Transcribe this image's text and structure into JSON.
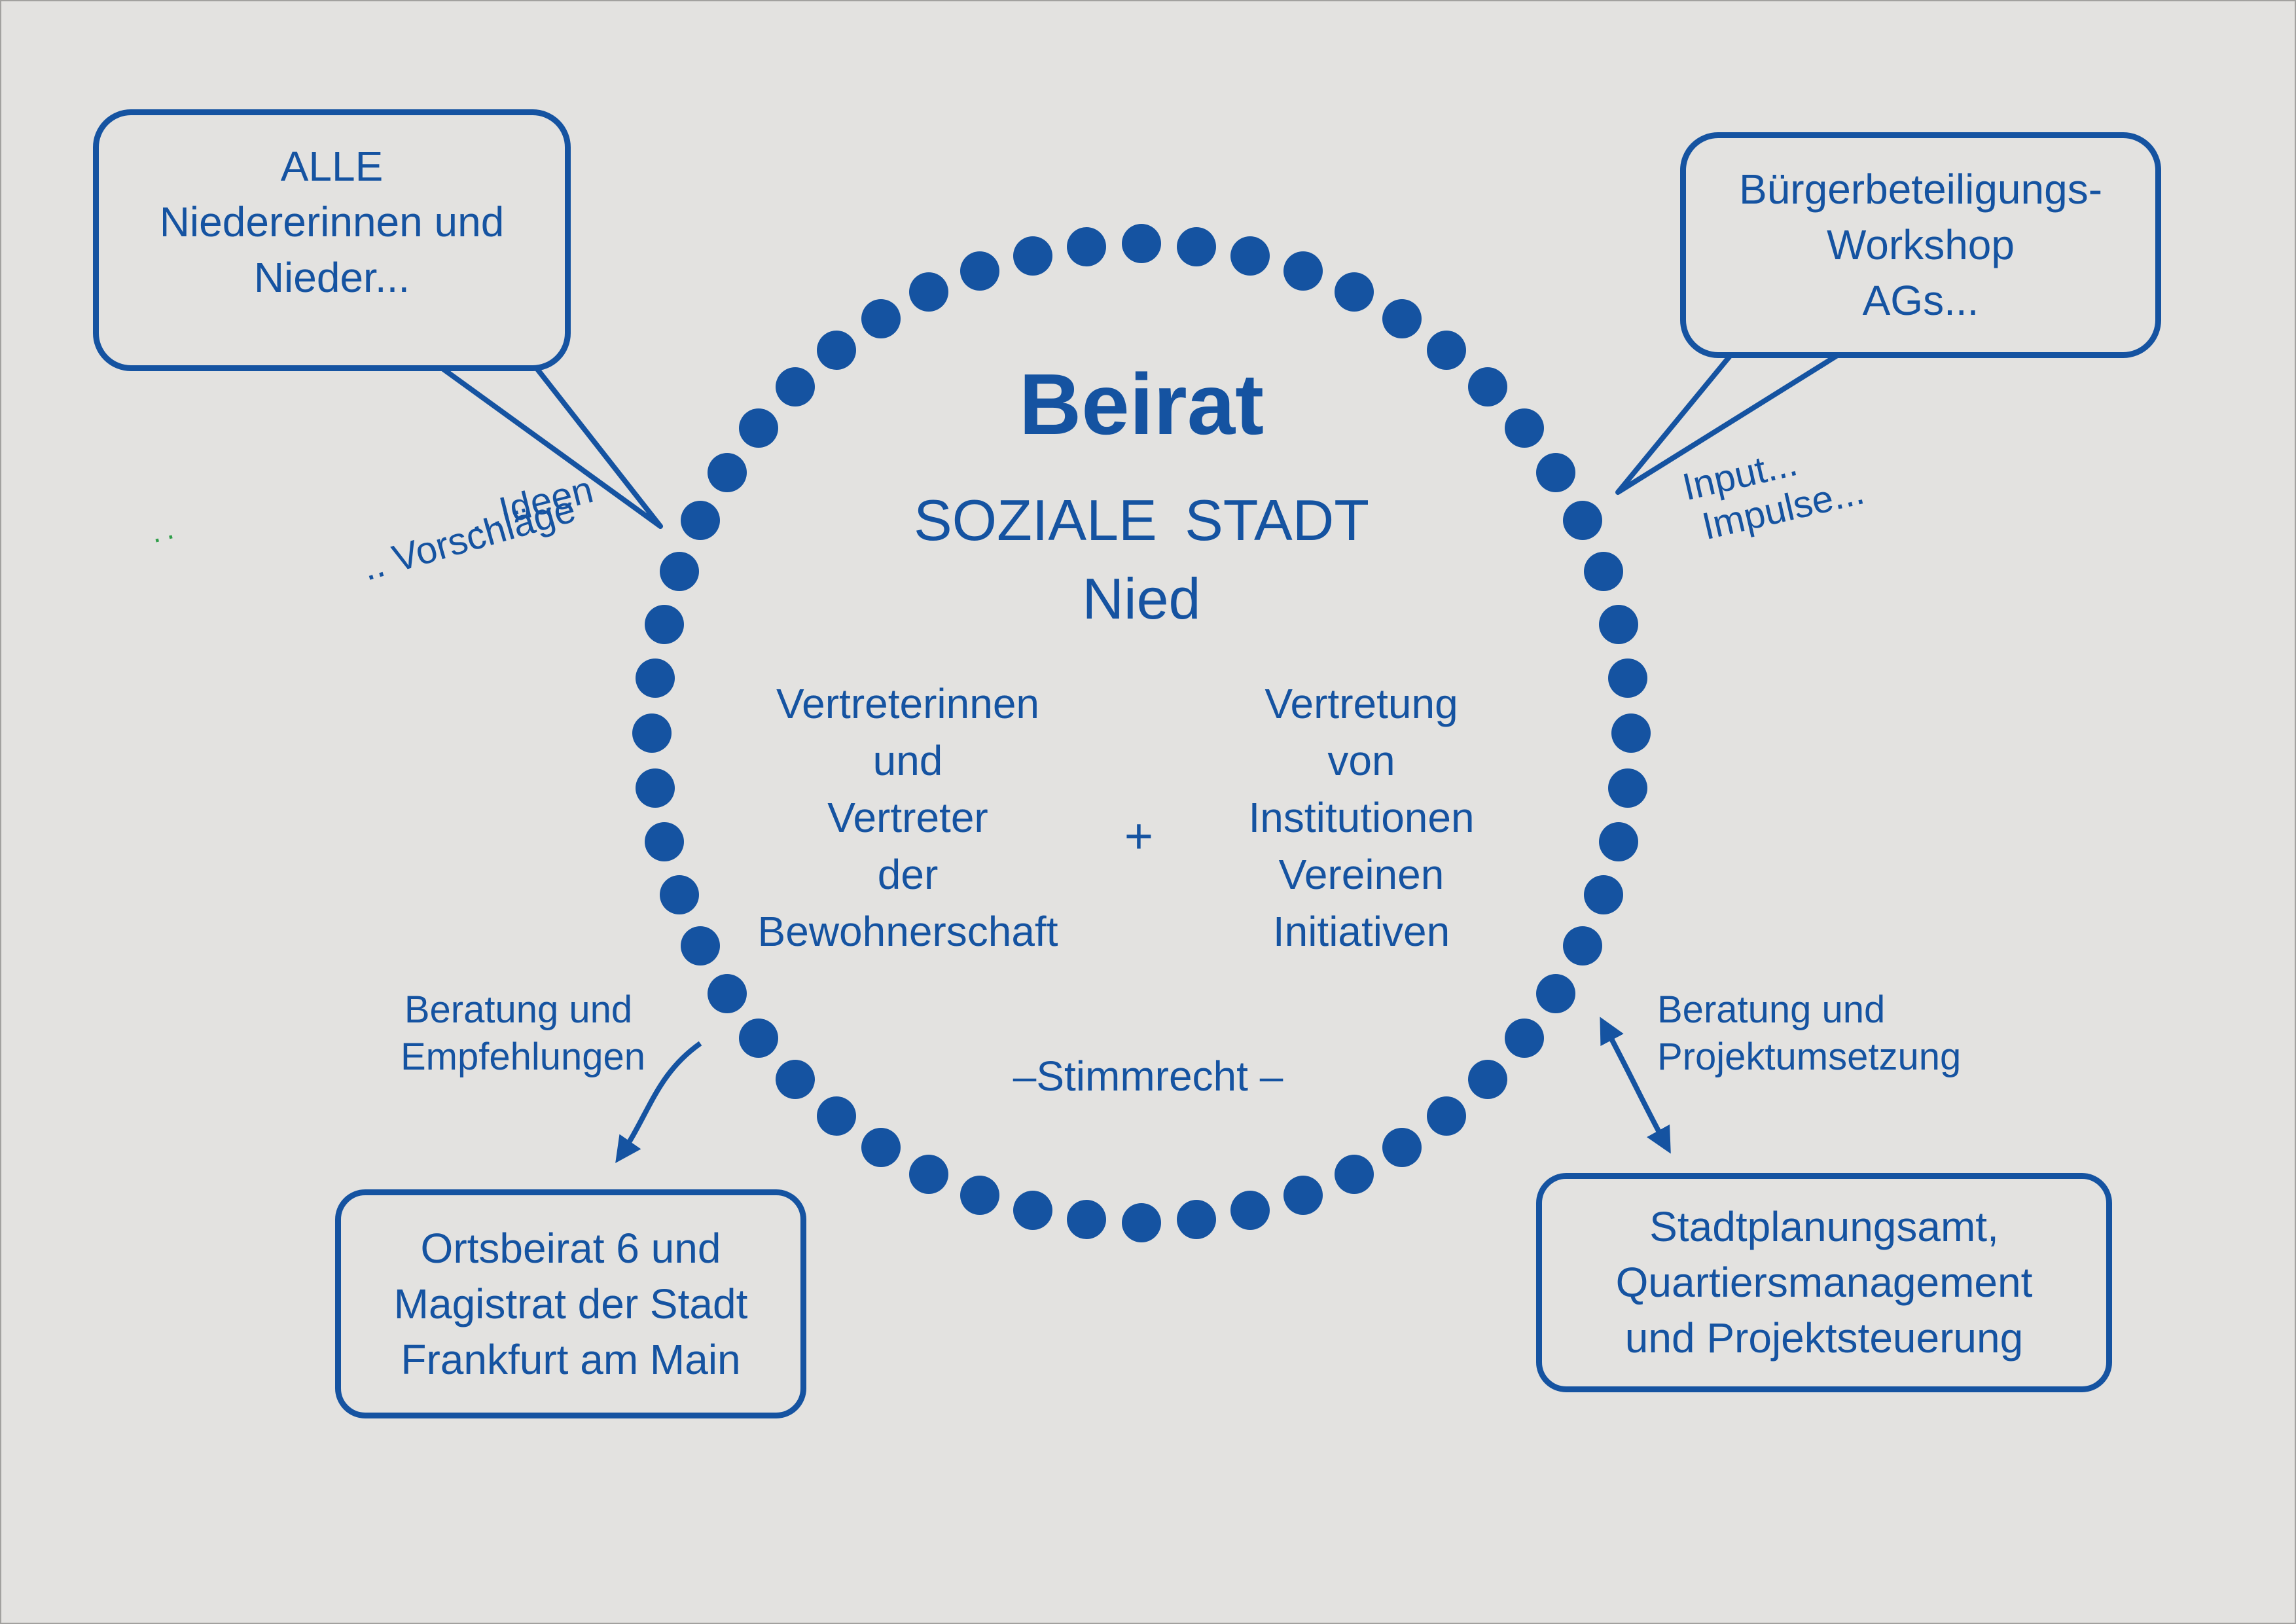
{
  "colors": {
    "blue": "#1553a1",
    "bg": "#e3e2e0",
    "green": "#2f9e49"
  },
  "circle": {
    "dot_count": 56,
    "title": "Beirat",
    "subtitle": "SOZIALE STADT",
    "name": "Nied",
    "left_column": [
      "Vertreterinnen",
      "und",
      "Vertreter",
      "der",
      "Bewohnerschaft"
    ],
    "plus": "+",
    "right_column": [
      "Vertretung",
      "von",
      "Institutionen",
      "Vereinen",
      "Initiativen"
    ],
    "voting_note": "–Stimmrecht –"
  },
  "bubbles": {
    "top_left": {
      "lines": [
        "ALLE",
        "Niedererinnen und",
        "Nieder..."
      ]
    },
    "top_right": {
      "lines": [
        "Bürgerbeteiligungs-",
        "Workshop",
        "AGs..."
      ]
    }
  },
  "boxes": {
    "bottom_left": {
      "lines": [
        "Ortsbeirat 6 und",
        "Magistrat der Stadt",
        "Frankfurt am Main"
      ]
    },
    "bottom_right": {
      "lines": [
        "Stadtplanungsamt,",
        "Quartiersmanagement",
        "und Projektsteuerung"
      ]
    }
  },
  "labels": {
    "ideas": "...Ideen",
    "suggestions": ".. Vorschläge",
    "green_marks": "··",
    "input": "Input...",
    "impulses": "Impulse...",
    "advice_left": [
      "Beratung und",
      "Empfehlungen"
    ],
    "advice_right": [
      "Beratung und",
      "Projektumsetzung"
    ]
  }
}
